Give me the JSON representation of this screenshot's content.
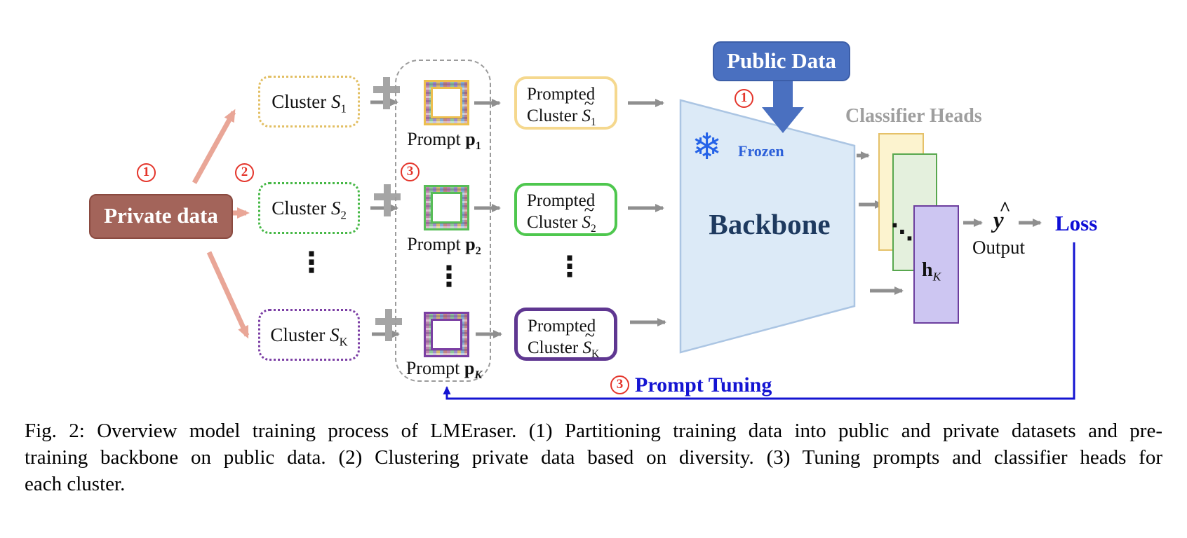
{
  "figure": {
    "badges": {
      "b1": "1",
      "b2": "2",
      "b3": "3"
    },
    "private_data": {
      "label": "Private data"
    },
    "clusters": [
      {
        "prefix": "Cluster ",
        "var": "S",
        "sub": "1"
      },
      {
        "prefix": "Cluster ",
        "var": "S",
        "sub": "2"
      },
      {
        "prefix": "Cluster ",
        "var": "S",
        "sub": "K"
      }
    ],
    "plus_icon": "+",
    "vertical_dots": "⋮",
    "prompts": [
      {
        "prefix": "Prompt ",
        "var": "p",
        "sub": "1"
      },
      {
        "prefix": "Prompt ",
        "var": "p",
        "sub": "2"
      },
      {
        "prefix": "Prompt ",
        "var": "p",
        "sub": "K"
      }
    ],
    "prompted_clusters": [
      {
        "line1": "Prompted",
        "line2": "Cluster ",
        "tilde": "~",
        "var": "S",
        "sub": "1"
      },
      {
        "line1": "Prompted",
        "line2": "Cluster ",
        "tilde": "~",
        "var": "S",
        "sub": "2"
      },
      {
        "line1": "Prompted",
        "line2": "Cluster ",
        "tilde": "~",
        "var": "S",
        "sub": "K"
      }
    ],
    "public_data": {
      "label": "Public Data"
    },
    "backbone": {
      "label": "Backbone",
      "frozen_label": "Frozen",
      "snowflake_icon": "❄"
    },
    "classifier_heads": {
      "title": "Classifier Heads",
      "diag_dots": "⋱",
      "front_var": "h",
      "front_sub": "K"
    },
    "output": {
      "hat": "^",
      "var": "y",
      "label": "Output"
    },
    "loss_label": "Loss",
    "prompt_tuning_label": "Prompt Tuning",
    "colors": {
      "private_box": "#a3645a",
      "pink_arrow": "#e9a697",
      "yellow_accent": "#edbf4e",
      "green_accent": "#4ec74e",
      "purple_accent": "#6c3e9e",
      "public_blue": "#4a70c0",
      "backbone_fill": "#dceaf7",
      "navy_text": "#1e3a5f",
      "frozen_blue": "#2b5fd9",
      "loss_blue": "#0f0fd6",
      "badge_red": "#e4352b",
      "gray_arrow": "#8f8f8f"
    }
  },
  "caption": {
    "line1": "Fig. 2: Overview model training process of LMEraser. (1) Partitioning training data into public and private datasets and pre-",
    "line2": "training backbone on public data. (2) Clustering private data based on diversity. (3) Tuning prompts and classifier heads for",
    "line3": "each cluster."
  }
}
